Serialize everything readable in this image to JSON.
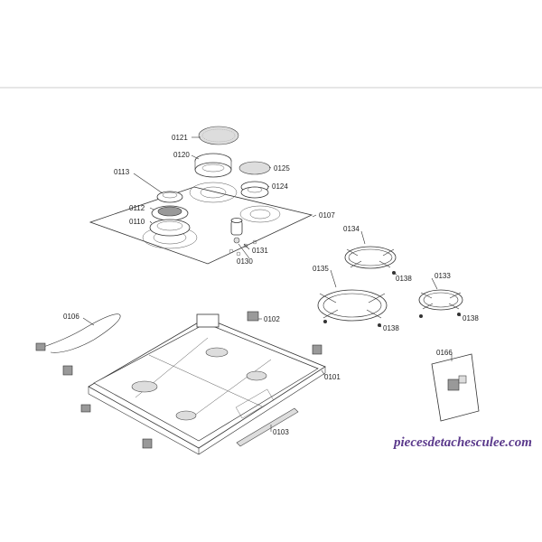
{
  "labels": {
    "p0121": "0121",
    "p0120": "0120",
    "p0125": "0125",
    "p0113": "0113",
    "p0124": "0124",
    "p0112": "0112",
    "p0110": "0110",
    "p0107": "0107",
    "p0131": "0131",
    "p0130": "0130",
    "p0134": "0134",
    "p0135": "0135",
    "p0138a": "0138",
    "p0133": "0133",
    "p0138b": "0138",
    "p0138c": "0138",
    "p0106": "0106",
    "p0102": "0102",
    "p0166": "0166",
    "p0101": "0101",
    "p0103": "0103"
  },
  "watermark": "piecesdetachesculee.com",
  "colors": {
    "line": "#333333",
    "watermark": "#5b3a8c",
    "divider": "#cccccc"
  }
}
